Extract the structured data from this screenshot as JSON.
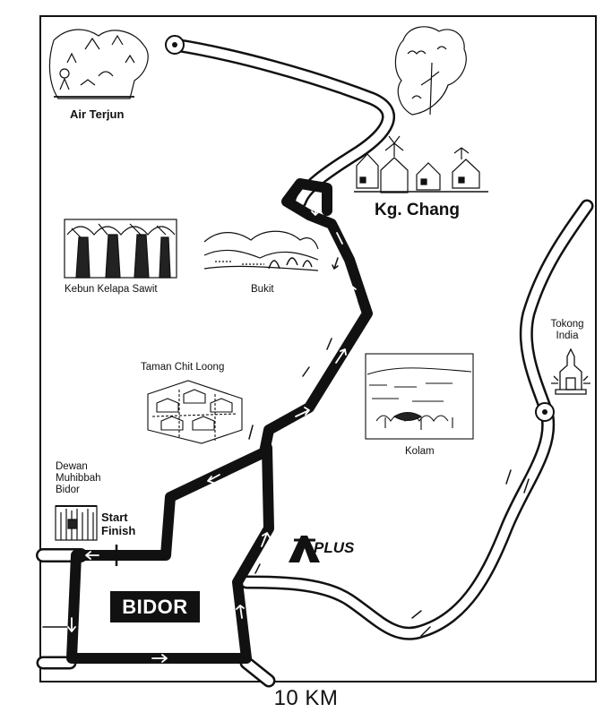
{
  "map": {
    "labels": {
      "air_terjun": "Air Terjun",
      "kg_chang": "Kg. Chang",
      "kebun_kelapa_sawit": "Kebun Kelapa Sawit",
      "bukit": "Bukit",
      "tokong_india_line1": "Tokong",
      "tokong_india_line2": "India",
      "taman_chit_loong": "Taman Chit Loong",
      "kolam": "Kolam",
      "dewan_line1": "Dewan",
      "dewan_line2": "Muhibbah",
      "dewan_line3": "Bidor",
      "start": "Start",
      "finish": "Finish",
      "plus": "PLUS",
      "town": "BIDOR"
    },
    "scale_label": "10 KM",
    "colors": {
      "route": "#111111",
      "road": "#ffffff",
      "road_edge": "#111111",
      "background": "#ffffff"
    },
    "icons": [
      "waterfall-picture",
      "village-houses-picture",
      "oil-palm-picture",
      "hills-picture",
      "temple-picture",
      "housing-estate-picture",
      "pond-picture",
      "hall-building-picture",
      "plus-highway-logo"
    ]
  }
}
